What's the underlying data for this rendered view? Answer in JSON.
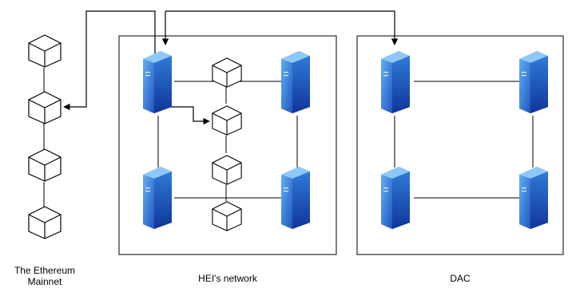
{
  "labels": {
    "mainnet": "The Ethereum Mainnet",
    "hei_network": "HEI's network",
    "dac": "DAC"
  },
  "icons": {
    "block": "cube-icon",
    "node": "server-icon"
  },
  "colors": {
    "server_light": "#4d9be6",
    "server_dark": "#1a4fb0",
    "line": "#000000"
  }
}
